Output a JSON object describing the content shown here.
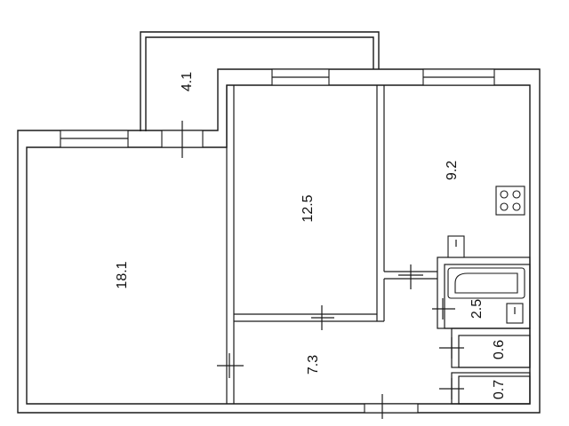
{
  "rooms": [
    {
      "id": "room-large",
      "area": "18.1"
    },
    {
      "id": "room-middle",
      "area": "12.5"
    },
    {
      "id": "kitchen",
      "area": "9.2"
    },
    {
      "id": "balcony",
      "area": "4.1"
    },
    {
      "id": "hallway",
      "area": "7.3"
    },
    {
      "id": "bathroom",
      "area": "2.5"
    },
    {
      "id": "toilet",
      "area": "0.6"
    },
    {
      "id": "closet",
      "area": "0.7"
    }
  ],
  "colors": {
    "line": "#1a1a1a",
    "background": "#ffffff"
  }
}
